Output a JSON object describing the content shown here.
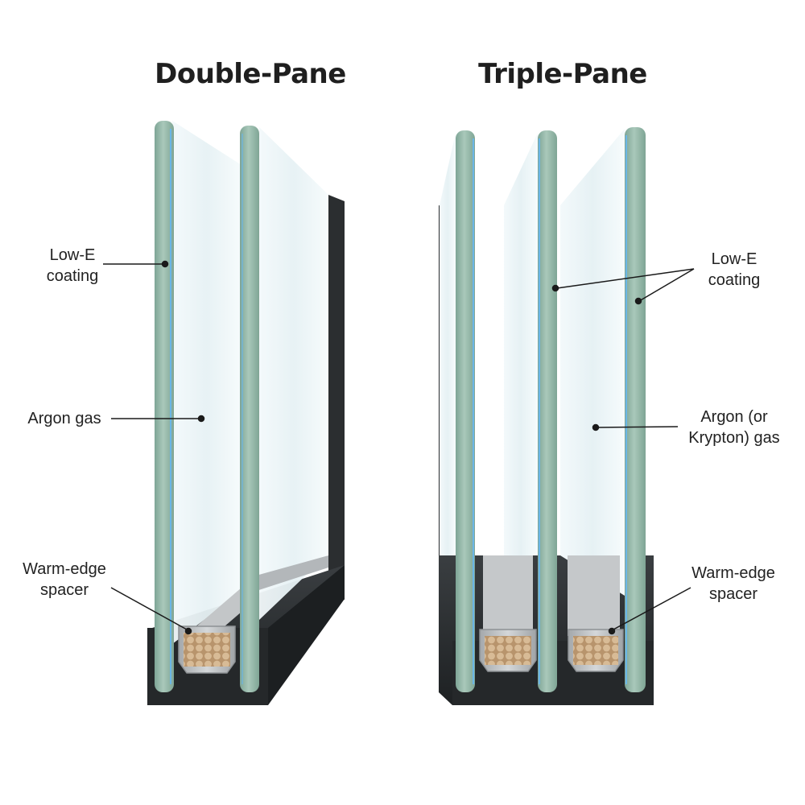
{
  "double_pane": {
    "title": "Double-Pane",
    "labels": {
      "low_e": [
        "Low-E",
        "coating"
      ],
      "gas": [
        "Argon gas"
      ],
      "spacer": [
        "Warm-edge",
        "spacer"
      ]
    }
  },
  "triple_pane": {
    "title": "Triple-Pane",
    "labels": {
      "low_e": [
        "Low-E",
        "coating"
      ],
      "gas": [
        "Argon (or",
        "Krypton) gas"
      ],
      "spacer": [
        "Warm-edge",
        "spacer"
      ]
    }
  },
  "colors": {
    "glass_edge": "#8fb3a2",
    "glass_face": "#e9f3f6",
    "low_e_line": "#6bb6e6",
    "frame": "#2b2e30",
    "spacer_metal": "#b9bcbf",
    "desiccant": "#c9a882",
    "leader": "#1a1a1a"
  }
}
